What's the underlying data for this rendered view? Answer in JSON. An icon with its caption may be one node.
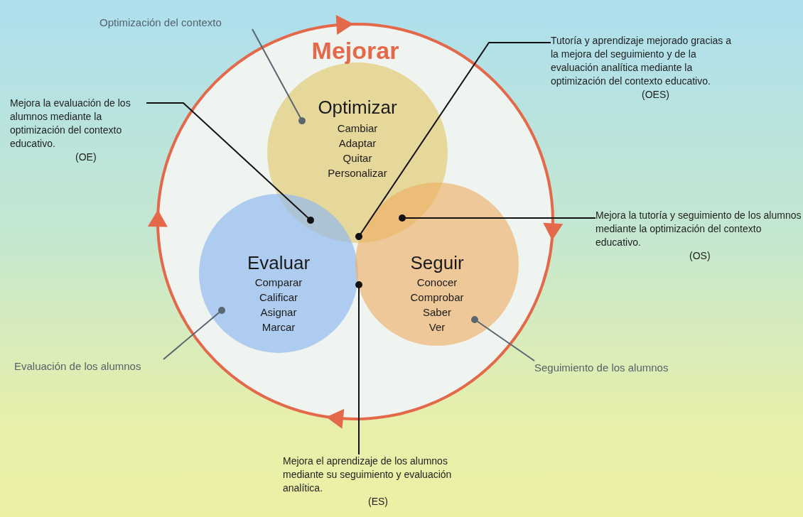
{
  "diagram": {
    "nodes": [
      {
        "text": [
          "Mejorar"
        ]
      },
      {
        "text": [
          "Optimizar",
          "Cambiar Adaptar Quitar Personalizar"
        ],
        "in": 0
      },
      {
        "text": [
          "Evaluar",
          "Comparar Calificar Asignar Marcar"
        ],
        "in": 0
      },
      {
        "text": [
          "Seguir",
          "Conocer Comprobar Saber Ver"
        ],
        "in": 0
      },
      {
        "text": [
          "Optimización del contexto"
        ]
      },
      {
        "text": [
          "Mejora la evaluación de los alumnos mediante la optimización del contexto educativo.",
          "(OE)"
        ]
      },
      {
        "text": [
          "Tutoría y aprendizaje mejorado gracias a la mejora del seguimiento y de la evaluación analítica mediante la optimización del contexto educativo.",
          "(OES)"
        ]
      },
      {
        "text": [
          "Mejora la tutoría y seguimiento de los alumnos mediante la optimización del contexto educativo.",
          "(OS)"
        ]
      },
      {
        "text": [
          "Evaluación de los alumnos"
        ]
      },
      {
        "text": [
          "Seguimiento de los alumnos"
        ]
      },
      {
        "text": [
          "Mejora el aprendizaje de los alumnos mediante su seguimiento y evaluación analítica.",
          "(ES)"
        ]
      }
    ],
    "edges": [
      {
        "from": 4,
        "to": 1,
        "arrow": "other",
        "color": "#5a6670"
      },
      {
        "from": 5,
        "to": 2,
        "arrow": "other"
      },
      {
        "from": 6,
        "to": 2,
        "arrow": "other"
      },
      {
        "from": 7,
        "to": 3,
        "arrow": "other"
      },
      {
        "from": 8,
        "to": 2,
        "arrow": "other",
        "color": "#5a6670"
      },
      {
        "from": 9,
        "to": 3,
        "arrow": "other",
        "color": "#5a6670"
      },
      {
        "from": 10,
        "to": 2,
        "arrow": "other"
      }
    ]
  }
}
